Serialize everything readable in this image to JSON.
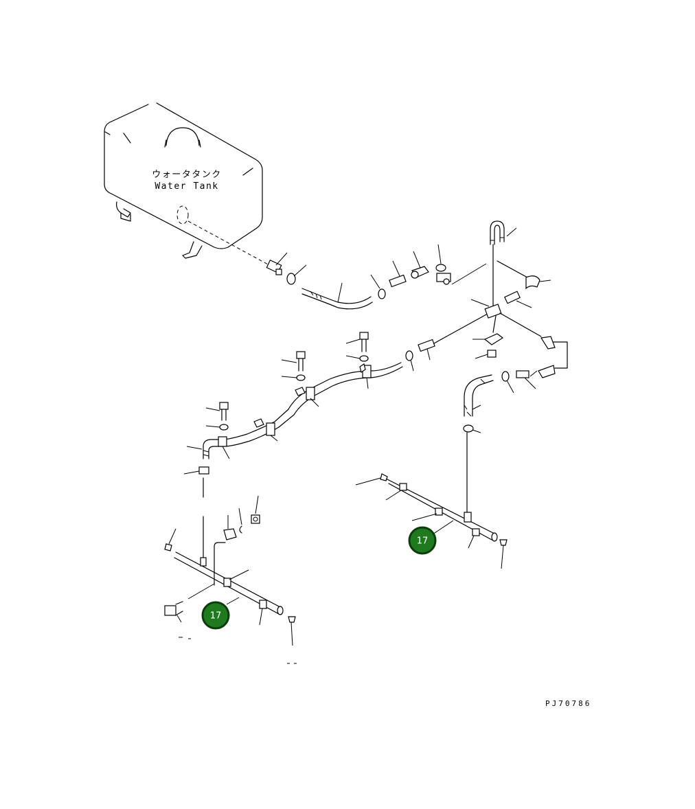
{
  "tank": {
    "label_jp": "ウォータタンク",
    "label_en": "Water Tank"
  },
  "callouts": [
    {
      "number": "17"
    },
    {
      "number": "17"
    }
  ],
  "drawing_code": "PJ70786",
  "colors": {
    "callout_fill": "#1f7a1f",
    "callout_border": "#0b3d0b",
    "line": "#000000",
    "background": "#ffffff"
  }
}
